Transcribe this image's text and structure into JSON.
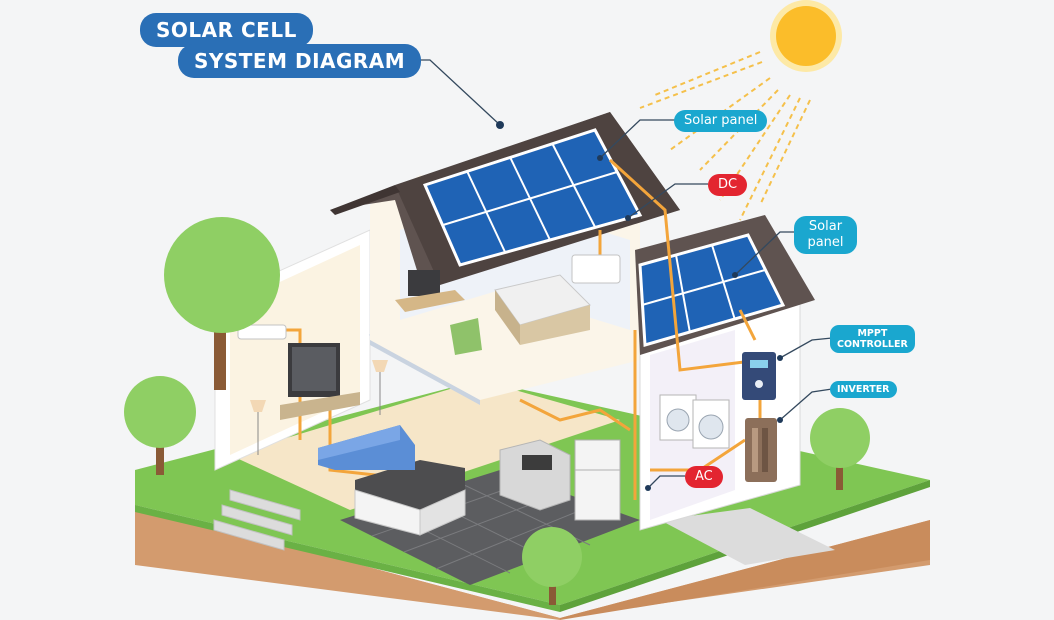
{
  "title": {
    "line1": "SOLAR CELL",
    "line2": "SYSTEM DIAGRAM"
  },
  "labels": {
    "solar_panel_main": "Solar panel",
    "dc": "DC",
    "solar_panel_garage_line1": "Solar",
    "solar_panel_garage_line2": "panel",
    "mppt_line1": "MPPT",
    "mppt_line2": "CONTROLLER",
    "inverter": "INVERTER",
    "ac": "AC"
  },
  "colors": {
    "title_pill": "#2a6fb6",
    "callout": "#1aa7cf",
    "alert": "#e32530",
    "wire": "#f3a53b",
    "sun": "#fbbd2a",
    "panel": "#1f63b5",
    "roof": "#5f5350",
    "grass": "#7fc653",
    "soil": "#d39b6e"
  },
  "icons": [
    "sun-icon",
    "solar-panel-icon",
    "tree-icon",
    "mppt-controller-icon",
    "inverter-icon",
    "tv-icon",
    "monitor-icon",
    "washing-machine-icon",
    "fridge-icon",
    "air-conditioner-icon"
  ]
}
